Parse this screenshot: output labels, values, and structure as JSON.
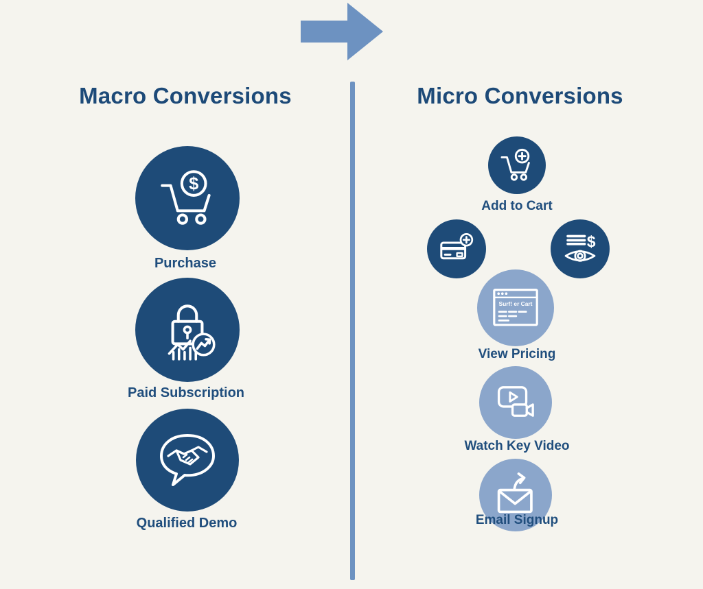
{
  "colors": {
    "background": "#f5f4ee",
    "navy": "#1e4b78",
    "light_blue": "#8ba6cb",
    "arrow_blue": "#6d92c1",
    "title_text": "#1d4a78",
    "label_text": "#204e7d",
    "icon_stroke": "#ffffff"
  },
  "glyphs": {
    "dollar": "$"
  },
  "arrow": {
    "icon": "right-arrow-icon"
  },
  "macro": {
    "title": "Macro Conversions",
    "items": [
      {
        "label": "Purchase",
        "icon": "cart-dollar-icon"
      },
      {
        "label": "Paid Subscription",
        "icon": "lock-growth-icon"
      },
      {
        "label": "Qualified Demo",
        "icon": "handshake-bubble-icon"
      }
    ]
  },
  "micro": {
    "title": "Micro Conversions",
    "items": [
      {
        "label": "Add to Cart",
        "icon": "cart-plus-icon"
      },
      {
        "icon": "credit-card-plus-icon"
      },
      {
        "icon": "eye-pricing-icon"
      },
      {
        "label": "View Pricing",
        "icon": "browser-window-icon",
        "window_text": "Surf! er Cart"
      },
      {
        "label": "Watch Key Video",
        "icon": "video-player-icon"
      },
      {
        "label": "Email Signup",
        "icon": "email-arrow-icon"
      }
    ]
  }
}
